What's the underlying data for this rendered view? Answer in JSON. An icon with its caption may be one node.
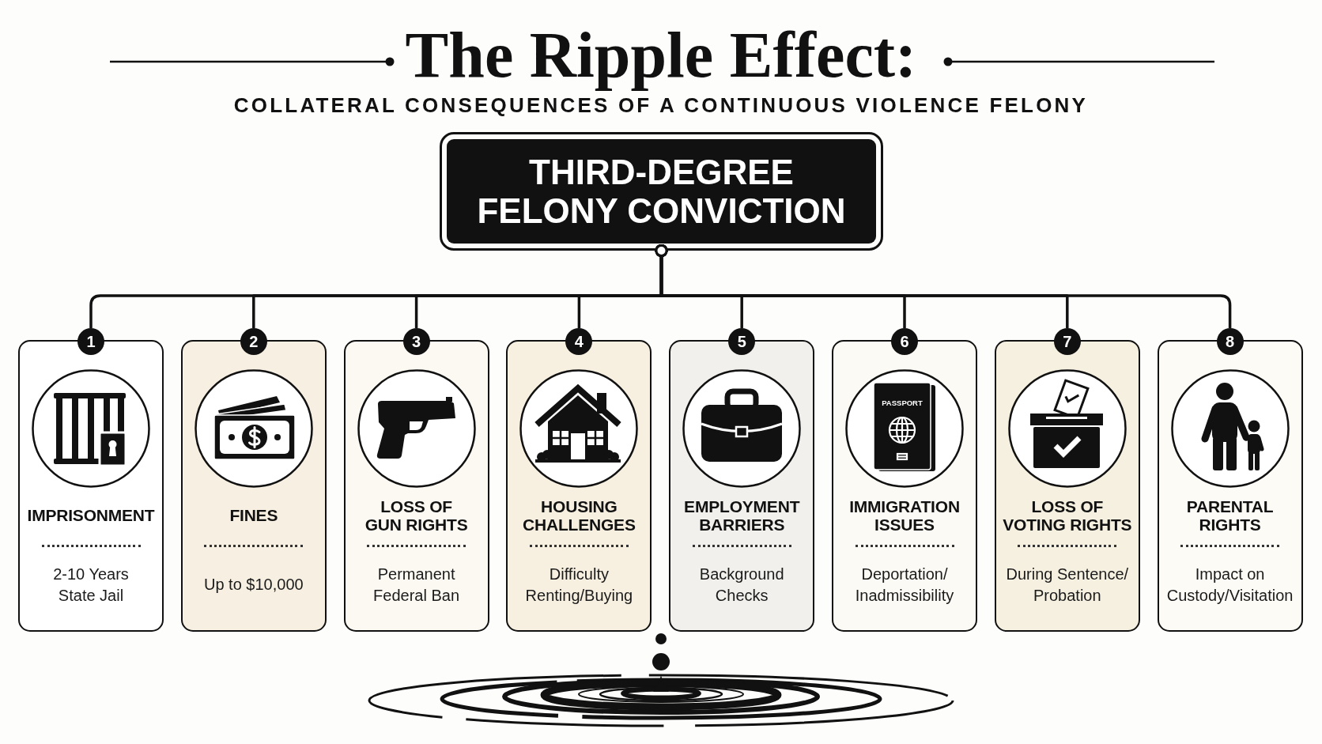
{
  "diagram": {
    "title": "The Ripple Effect:",
    "nodes": [
      {
        "text": [
          "THIRD-DEGREE FELONY CONVICTION"
        ]
      },
      {
        "text": [
          "1",
          "IMPRISONMENT",
          "2-10 Years State Jail"
        ]
      },
      {
        "text": [
          "2",
          "FINES",
          "Up to $10,000"
        ]
      },
      {
        "text": [
          "3",
          "LOSS OF GUN RIGHTS",
          "Permanent Federal Ban"
        ]
      },
      {
        "text": [
          "4",
          "HOUSING CHALLENGES",
          "Difficulty Renting/Buying"
        ]
      },
      {
        "text": [
          "5",
          "EMPLOYMENT BARRIERS",
          "Background Checks"
        ]
      },
      {
        "text": [
          "6",
          "IMMIGRATION ISSUES",
          "Deportation/ Inadmissibility"
        ]
      },
      {
        "text": [
          "7",
          "LOSS OF VOTING RIGHTS",
          "During Sentence/ Probation"
        ]
      },
      {
        "text": [
          "8",
          "PARENTAL RIGHTS",
          "Impact on Custody/Visitation"
        ]
      }
    ],
    "edges": [
      {
        "from": 0,
        "to": 1,
        "arrow": "other"
      },
      {
        "from": 0,
        "to": 2,
        "arrow": "other"
      },
      {
        "from": 0,
        "to": 3,
        "arrow": "other"
      },
      {
        "from": 0,
        "to": 4,
        "arrow": "other"
      },
      {
        "from": 0,
        "to": 5,
        "arrow": "other"
      },
      {
        "from": 0,
        "to": 6,
        "arrow": "other"
      },
      {
        "from": 0,
        "to": 7,
        "arrow": "other"
      },
      {
        "from": 0,
        "to": 8,
        "arrow": "other"
      }
    ],
    "labels": [
      "COLLATERAL CONSEQUENCES OF A CONTINUOUS VIOLENCE FELONY",
      "PASSPORT"
    ]
  }
}
